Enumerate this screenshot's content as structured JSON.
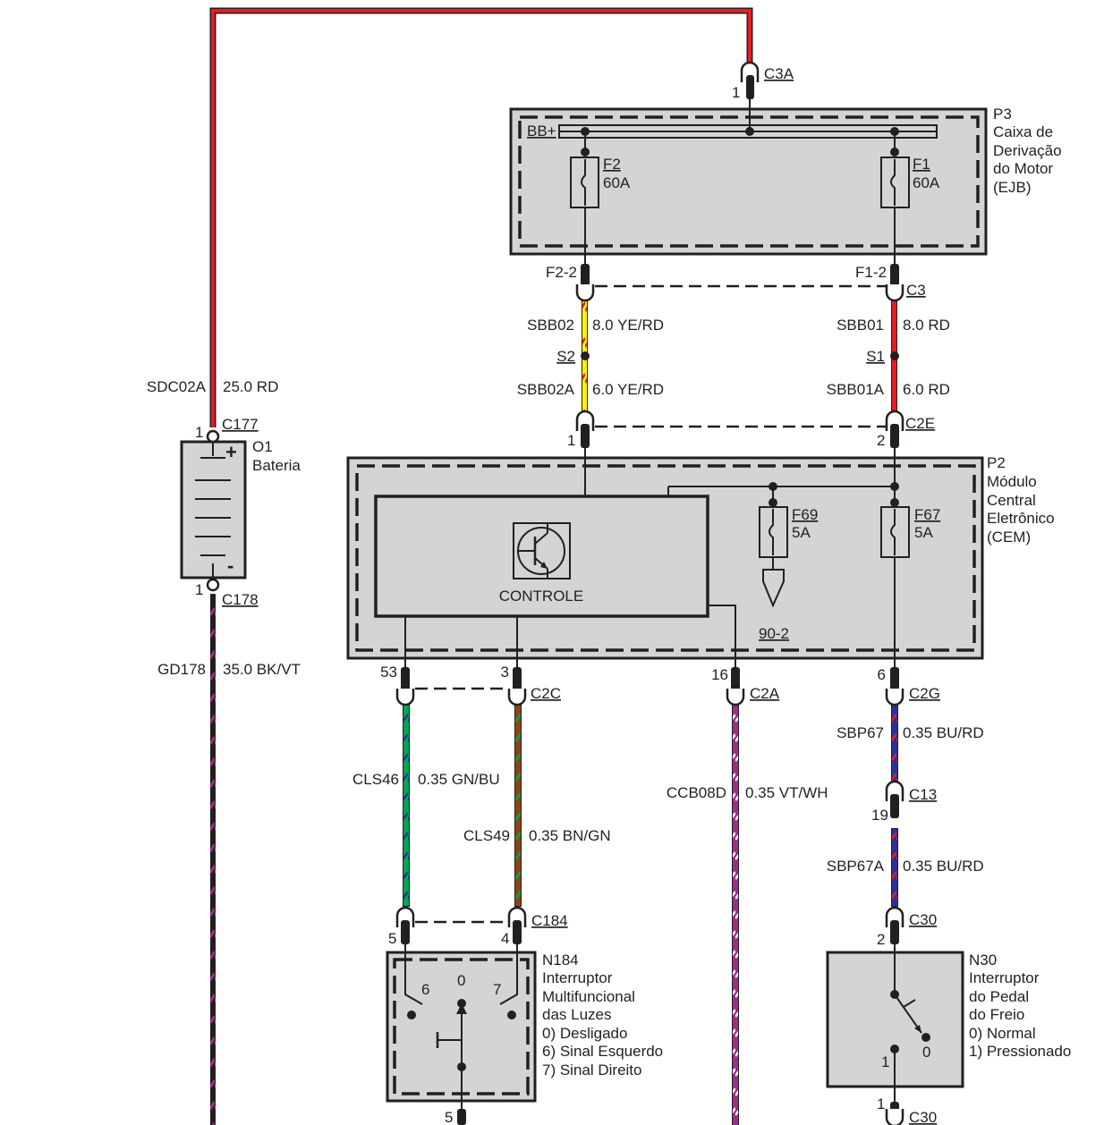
{
  "battery": {
    "id": "O1",
    "name": "Bateria",
    "plus": "+",
    "minus": "-",
    "top_connector": "C177",
    "top_pin": "1",
    "bottom_connector": "C178",
    "bottom_pin": "1"
  },
  "wires": {
    "sdc02a": {
      "id": "SDC02A",
      "spec": "25.0 RD",
      "color": "#e31e24"
    },
    "gd178": {
      "id": "GD178",
      "spec": "35.0 BK/VT",
      "color": "#231f20",
      "stripe": "#9b2d8c"
    },
    "sbb02": {
      "id": "SBB02",
      "spec": "8.0 YE/RD",
      "color": "#fff200",
      "stripe": "#e31e24"
    },
    "sbb02a": {
      "id": "SBB02A",
      "spec": "6.0 YE/RD"
    },
    "sbb01": {
      "id": "SBB01",
      "spec": "8.0 RD",
      "color": "#e31e24"
    },
    "sbb01a": {
      "id": "SBB01A",
      "spec": "6.0 RD"
    },
    "cls46": {
      "id": "CLS46",
      "spec": "0.35 GN/BU",
      "color": "#00a651",
      "stripe": "#2e3192"
    },
    "cls49": {
      "id": "CLS49",
      "spec": "0.35 BN/GN",
      "color": "#8b4513",
      "stripe": "#00a651"
    },
    "ccb08d": {
      "id": "CCB08D",
      "spec": "0.35 VT/WH",
      "color": "#9b2d8c",
      "stripe": "#ffffff"
    },
    "sbp67": {
      "id": "SBP67",
      "spec": "0.35 BU/RD",
      "color": "#2e3192",
      "stripe": "#e31e24"
    },
    "sbp67a": {
      "id": "SBP67A",
      "spec": "0.35 BU/RD"
    }
  },
  "splices": {
    "s2": "S2",
    "s1": "S1"
  },
  "ejb": {
    "id": "P3",
    "line1": "Caixa de",
    "line2": "Derivação",
    "line3": "do Motor",
    "line4": "(EJB)",
    "busbar": "BB+",
    "fuse_f2": {
      "id": "F2",
      "rating": "60A",
      "pin": "F2-2"
    },
    "fuse_f1": {
      "id": "F1",
      "rating": "60A",
      "pin": "F1-2"
    },
    "input_connector": "C3A",
    "input_pin": "1",
    "output_connector": "C3"
  },
  "cem": {
    "id": "P2",
    "line1": "Módulo",
    "line2": "Central",
    "line3": "Eletrônico",
    "line4": "(CEM)",
    "controller_label": "CONTROLE",
    "fuse_f69": {
      "id": "F69",
      "rating": "5A",
      "ref": "90-2"
    },
    "fuse_f67": {
      "id": "F67",
      "rating": "5A"
    },
    "input_connector": "C2E",
    "input_pin_1": "1",
    "input_pin_2": "2",
    "c2c": {
      "id": "C2C",
      "pin_a": "53",
      "pin_b": "3"
    },
    "c2a": {
      "id": "C2A",
      "pin": "16"
    },
    "c2g": {
      "id": "C2G",
      "pin": "6"
    }
  },
  "c13": {
    "id": "C13",
    "pin": "19"
  },
  "n184": {
    "connector": "C184",
    "pin_left": "5",
    "pin_right": "4",
    "pin_bottom": "5",
    "id": "N184",
    "line1": "Interruptor",
    "line2": "Multifuncional",
    "line3": "das Luzes",
    "state0": "0) Desligado",
    "state6": "6) Sinal Esquerdo",
    "state7": "7) Sinal Direito",
    "pos6": "6",
    "pos0": "0",
    "pos7": "7"
  },
  "n30": {
    "connector": "C30",
    "pin_top": "2",
    "bottom_connector": "C30",
    "pin_bottom": "1",
    "id": "N30",
    "line1": "Interruptor",
    "line2": "do Pedal",
    "line3": "do Freio",
    "state0": "0) Normal",
    "state1": "1) Pressionado",
    "pos0": "0",
    "pos1": "1"
  }
}
